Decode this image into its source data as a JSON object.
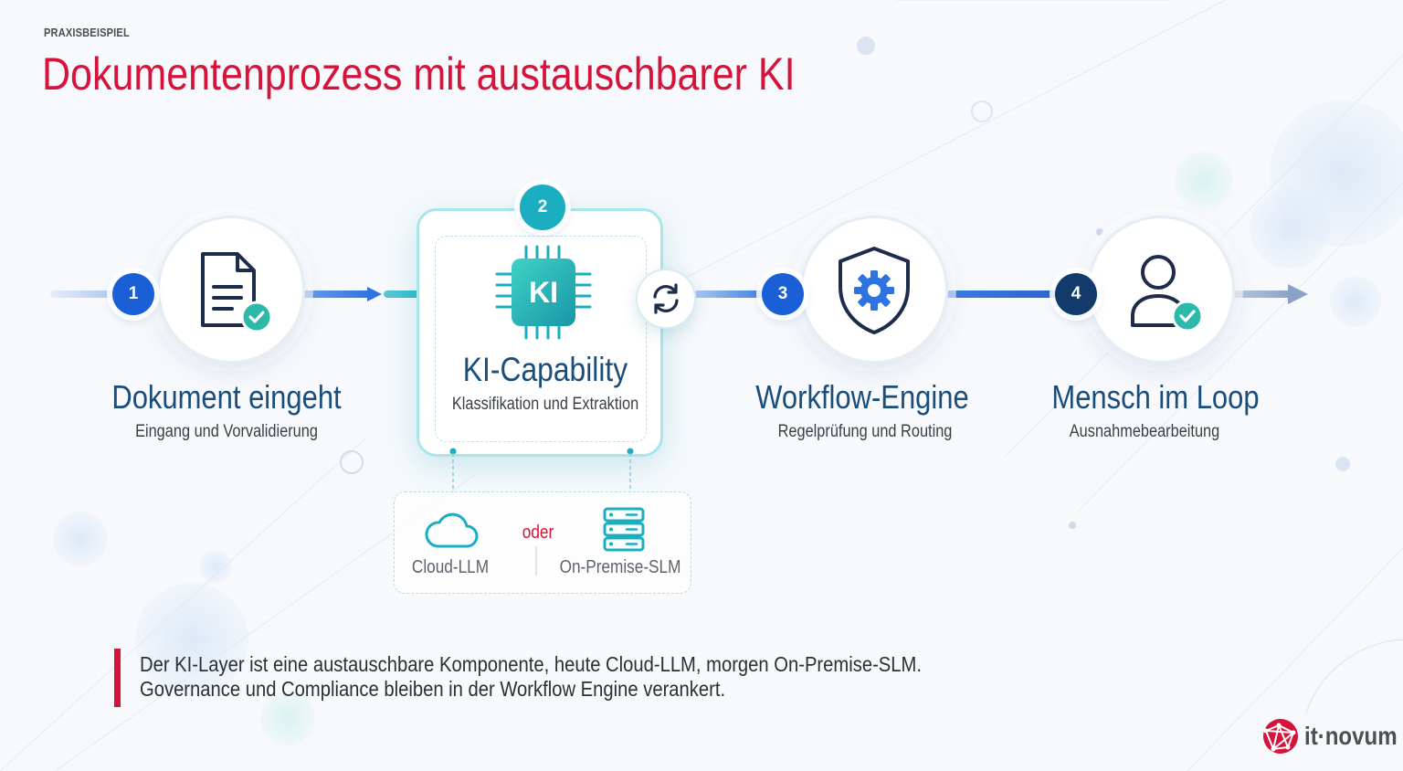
{
  "header": {
    "eyebrow": "PRAXISBEISPIEL",
    "title": "Dokumentenprozess mit austauschbarer KI"
  },
  "steps": [
    {
      "number": "1",
      "title": "Dokument eingeht",
      "subtitle": "Eingang und Vorvalidierung",
      "icon": "document-check-icon"
    },
    {
      "number": "2",
      "title": "KI-Capability",
      "subtitle": "Klassifikation und Extraktion",
      "icon": "ai-chip-icon",
      "chip_label": "KI"
    },
    {
      "number": "3",
      "title": "Workflow-Engine",
      "subtitle": "Regelprüfung und Routing",
      "icon": "shield-gear-icon"
    },
    {
      "number": "4",
      "title": "Mensch im Loop",
      "subtitle": "Ausnahmebearbeitung",
      "icon": "user-check-icon"
    }
  ],
  "ki_options": {
    "cloud_label": "Cloud-LLM",
    "separator": "oder",
    "onprem_label": "On-Premise-SLM",
    "cloud_icon": "cloud-icon",
    "onprem_icon": "server-icon",
    "swap_icon": "refresh-icon"
  },
  "note": {
    "line1": "Der KI-Layer ist eine austauschbare Komponente, heute Cloud-LLM, morgen On-Premise-SLM.",
    "line2": "Governance und Compliance bleiben in der Workflow Engine verankert."
  },
  "logo": {
    "text": "it·novum",
    "icon": "globe-logo-icon"
  },
  "colors": {
    "brand_red": "#d6133a",
    "step_blue": "#1a5fd6",
    "step_teal": "#1aaec0",
    "step_navy": "#123a6b",
    "title_blue": "#1a4d7a"
  }
}
